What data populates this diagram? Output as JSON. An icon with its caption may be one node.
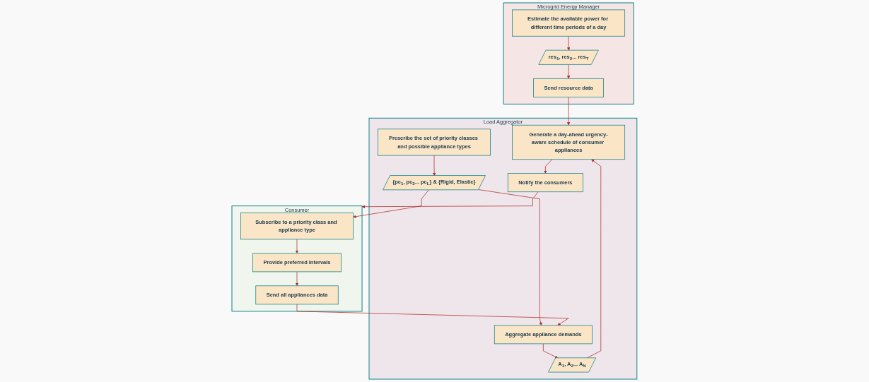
{
  "diagram": {
    "nodes": [
      {
        "text": [
          "Microgrid Energy Manager"
        ]
      },
      {
        "text": [
          "Estimate the available power for different time periods of a day"
        ],
        "in": 0
      },
      {
        "text": [
          "res$_{1}$, res$_{2}$... res$_{T}$"
        ],
        "in": 0
      },
      {
        "text": [
          "Send resource data"
        ],
        "in": 0
      },
      {
        "text": [
          "Load Aggregator"
        ]
      },
      {
        "text": [
          "Prescribe the set of priority classes and possible appliance types"
        ],
        "in": 4
      },
      {
        "text": [
          "{pc$_{1}$, pc$_{2}$... pc$_{L}$} & {Rigid, Elastic}"
        ],
        "in": 4
      },
      {
        "text": [
          "Aggregate appliance demands"
        ],
        "in": 4
      },
      {
        "text": [
          "A$_{1}$, A$_{2}$... A$_{N}$"
        ],
        "in": 4
      },
      {
        "text": [
          "Generate a day-ahead urgency-aware schedule of consumer appliances"
        ],
        "in": 4
      },
      {
        "text": [
          "Notify the consumers"
        ],
        "in": 4
      },
      {
        "text": [
          "Consumer"
        ]
      },
      {
        "text": [
          "Subscribe to a priority class and appliance type"
        ],
        "in": 11
      },
      {
        "text": [
          "Provide preferred intervals"
        ],
        "in": 11
      },
      {
        "text": [
          "Send all appliances data"
        ],
        "in": 11
      }
    ],
    "edges": [
      {
        "from": 1,
        "to": 2,
        "arrow": "to"
      },
      {
        "from": 2,
        "to": 3,
        "arrow": "to"
      },
      {
        "from": 3,
        "to": 9,
        "arrow": "to"
      },
      {
        "from": 5,
        "to": 6,
        "arrow": "to"
      },
      {
        "from": 6,
        "to": 7,
        "arrow": "to"
      },
      {
        "from": 7,
        "to": 8,
        "arrow": "to"
      },
      {
        "from": 8,
        "to": 9,
        "arrow": "to"
      },
      {
        "from": 9,
        "to": 10,
        "arrow": "to"
      },
      {
        "from": 6,
        "to": 12,
        "arrow": "to"
      },
      {
        "from": 12,
        "to": 13,
        "arrow": "to"
      },
      {
        "from": 13,
        "to": 14,
        "arrow": "to"
      },
      {
        "from": 14,
        "to": 7,
        "arrow": "to"
      },
      {
        "from": 10,
        "to": 11,
        "arrow": "to"
      }
    ]
  }
}
